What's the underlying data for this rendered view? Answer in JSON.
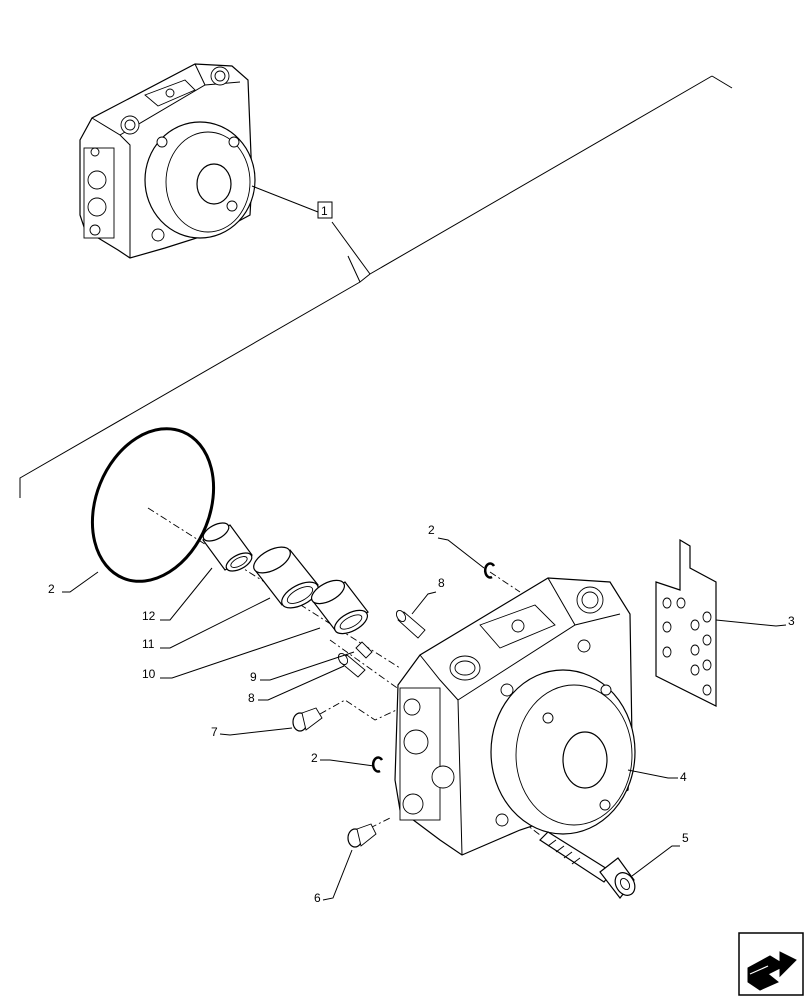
{
  "diagram": {
    "assembly_ref": "1",
    "callouts": [
      {
        "id": "c2a",
        "label": "2"
      },
      {
        "id": "c2b",
        "label": "2"
      },
      {
        "id": "c2c",
        "label": "2"
      },
      {
        "id": "c3",
        "label": "3"
      },
      {
        "id": "c4",
        "label": "4"
      },
      {
        "id": "c5",
        "label": "5"
      },
      {
        "id": "c6",
        "label": "6"
      },
      {
        "id": "c7",
        "label": "7"
      },
      {
        "id": "c8a",
        "label": "8"
      },
      {
        "id": "c8b",
        "label": "8"
      },
      {
        "id": "c9",
        "label": "9"
      },
      {
        "id": "c10",
        "label": "10"
      },
      {
        "id": "c11",
        "label": "11"
      },
      {
        "id": "c12",
        "label": "12"
      }
    ],
    "nav_icon": "next-page-arrow-icon"
  }
}
